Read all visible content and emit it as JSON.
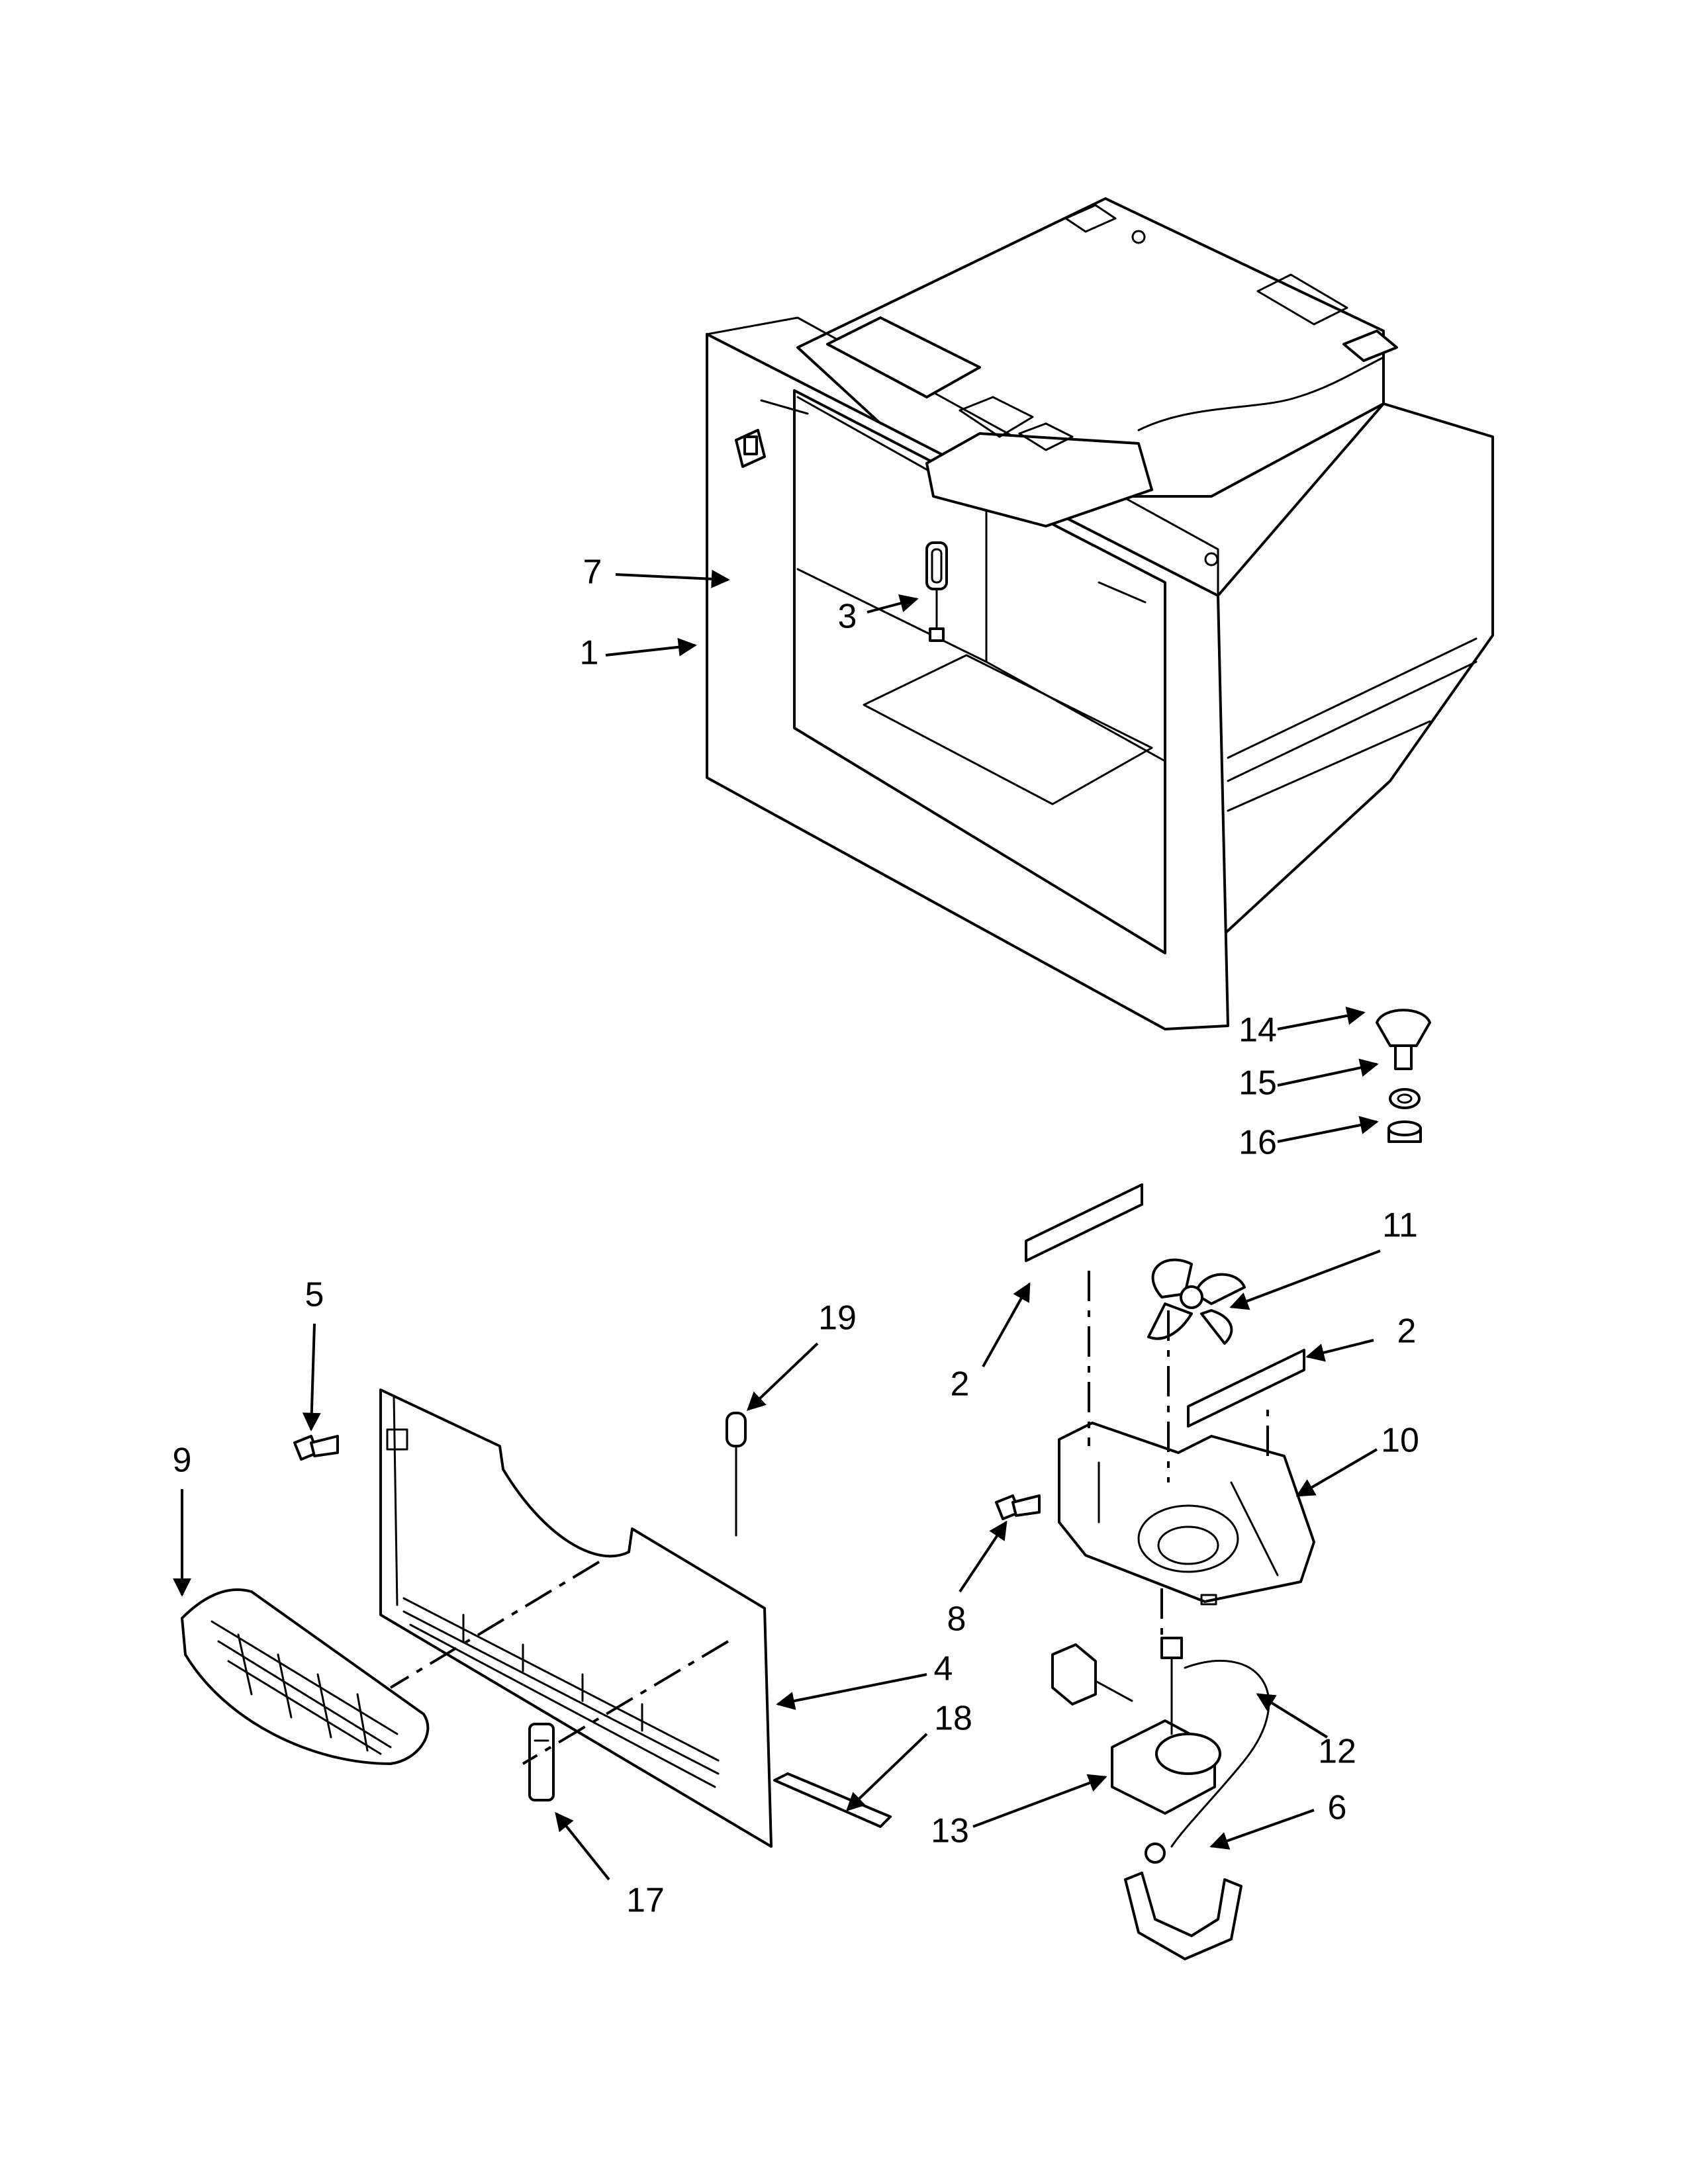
{
  "callouts": {
    "c1": "1",
    "c2a": "2",
    "c2b": "2",
    "c3": "3",
    "c4": "4",
    "c5": "5",
    "c6": "6",
    "c7": "7",
    "c8": "8",
    "c9": "9",
    "c10": "10",
    "c11": "11",
    "c12": "12",
    "c13": "13",
    "c14": "14",
    "c15": "15",
    "c16": "16",
    "c17": "17",
    "c18": "18",
    "c19": "19"
  }
}
